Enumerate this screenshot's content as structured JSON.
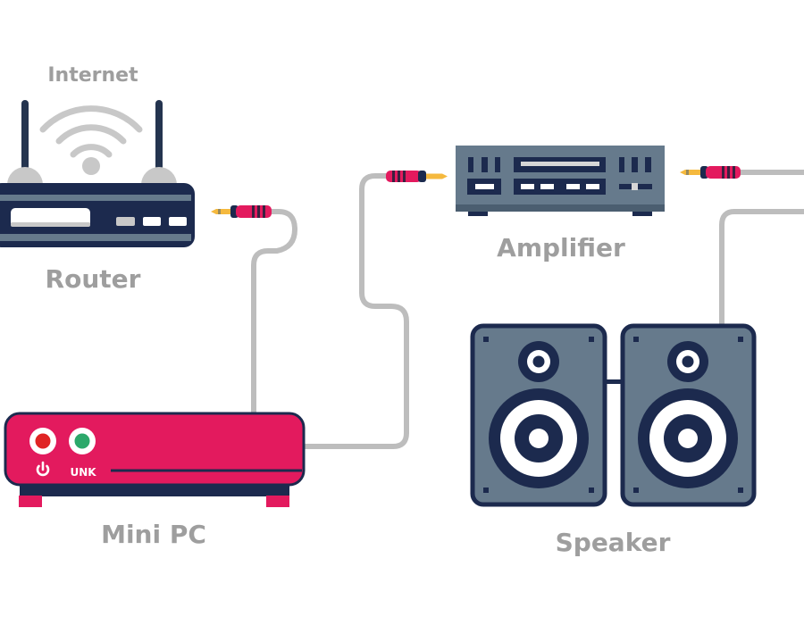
{
  "diagram": {
    "title": "Home audio network connection",
    "colors": {
      "navy": "#1c2a4e",
      "slate": "#667a8c",
      "pink": "#e31a5e",
      "cable": "#bdbdbd",
      "label": "#9e9e9e",
      "plug_tip": "#f5b93e",
      "led_red": "#e02424",
      "led_green": "#2ca86a",
      "wifi": "#c8c8c8"
    },
    "nodes": [
      {
        "id": "router",
        "label": "Router",
        "sublabel": "Internet"
      },
      {
        "id": "mini-pc",
        "label": "Mini PC",
        "indicators": [
          {
            "icon": "power-icon",
            "color": "red"
          },
          {
            "text": "UNK",
            "color": "green"
          }
        ]
      },
      {
        "id": "amplifier",
        "label": "Amplifier"
      },
      {
        "id": "speaker",
        "label": "Speaker"
      }
    ],
    "edges": [
      {
        "from": "router",
        "to": "mini-pc",
        "connector": "audio-jack"
      },
      {
        "from": "mini-pc",
        "to": "amplifier",
        "connector": "audio-jack"
      },
      {
        "from": "amplifier",
        "to": "off-screen-right",
        "connector": "audio-jack"
      },
      {
        "from": "off-screen-right",
        "to": "speaker",
        "connector": "cable"
      }
    ]
  },
  "labels": {
    "internet": "Internet",
    "router": "Router",
    "mini_pc": "Mini PC",
    "amplifier": "Amplifier",
    "speaker": "Speaker",
    "unk": "UNK"
  }
}
